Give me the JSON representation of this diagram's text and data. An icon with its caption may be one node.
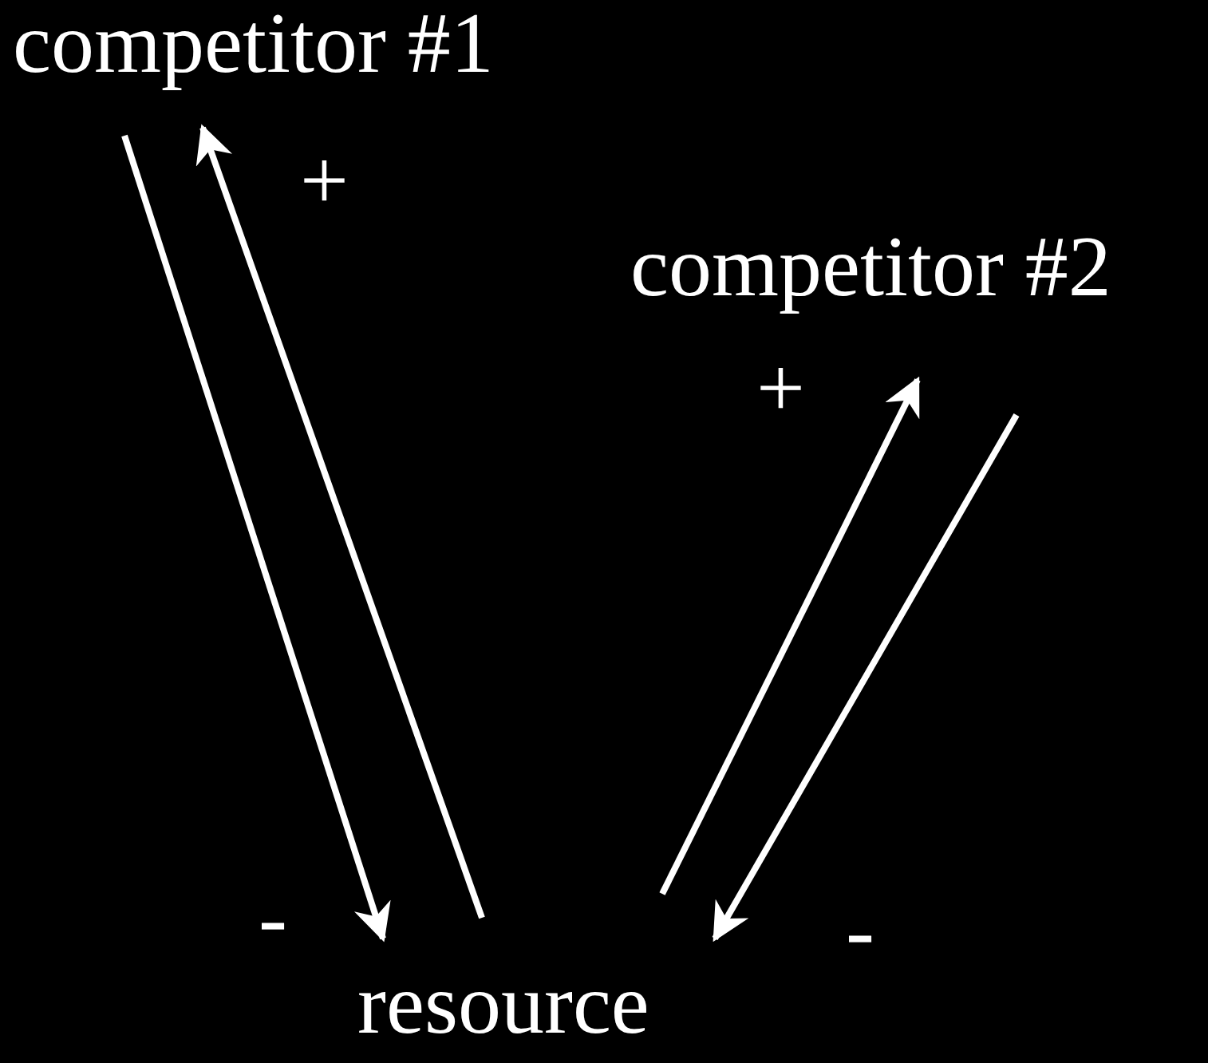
{
  "diagram": {
    "nodes": [
      {
        "text": [
          "competitor #1"
        ]
      },
      {
        "text": [
          "competitor #2"
        ]
      },
      {
        "text": [
          "resource"
        ]
      }
    ],
    "edges": [
      {
        "from": 0,
        "to": 2,
        "arrow": "to",
        "label": "-"
      },
      {
        "from": 2,
        "to": 0,
        "arrow": "to",
        "label": "+"
      },
      {
        "from": 2,
        "to": 1,
        "arrow": "to",
        "label": "+"
      },
      {
        "from": 1,
        "to": 2,
        "arrow": "to",
        "label": "-"
      }
    ]
  }
}
